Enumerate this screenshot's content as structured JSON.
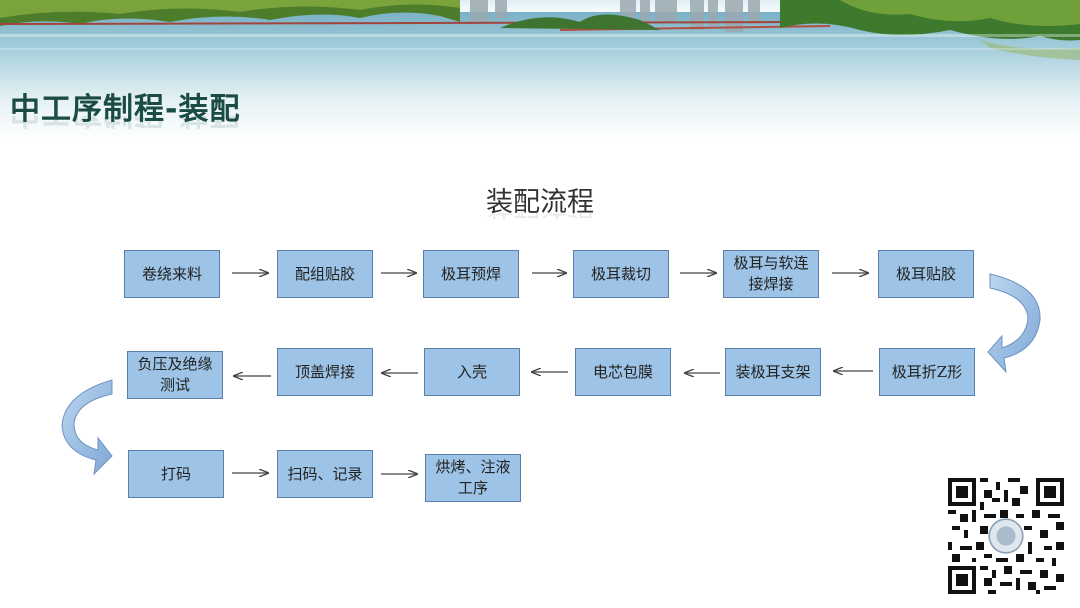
{
  "slide": {
    "title": "中工序制程-装配"
  },
  "diagram": {
    "title": "装配流程",
    "rows": [
      [
        "卷绕来料",
        "配组贴胶",
        "极耳预焊",
        "极耳裁切",
        "极耳与软连接焊接",
        "极耳贴胶"
      ],
      [
        "极耳折Z形",
        "装极耳支架",
        "电芯包膜",
        "入壳",
        "顶盖焊接",
        "负压及绝缘测试"
      ],
      [
        "打码",
        "扫码、记录",
        "烘烤、注液工序"
      ]
    ]
  },
  "colors": {
    "box_fill": "#9dc3e6",
    "box_border": "#5b7fa8",
    "title_color": "#1a4b44",
    "curve_arrow": "#8fb4dd"
  },
  "icons": [
    "qr-code-icon"
  ]
}
